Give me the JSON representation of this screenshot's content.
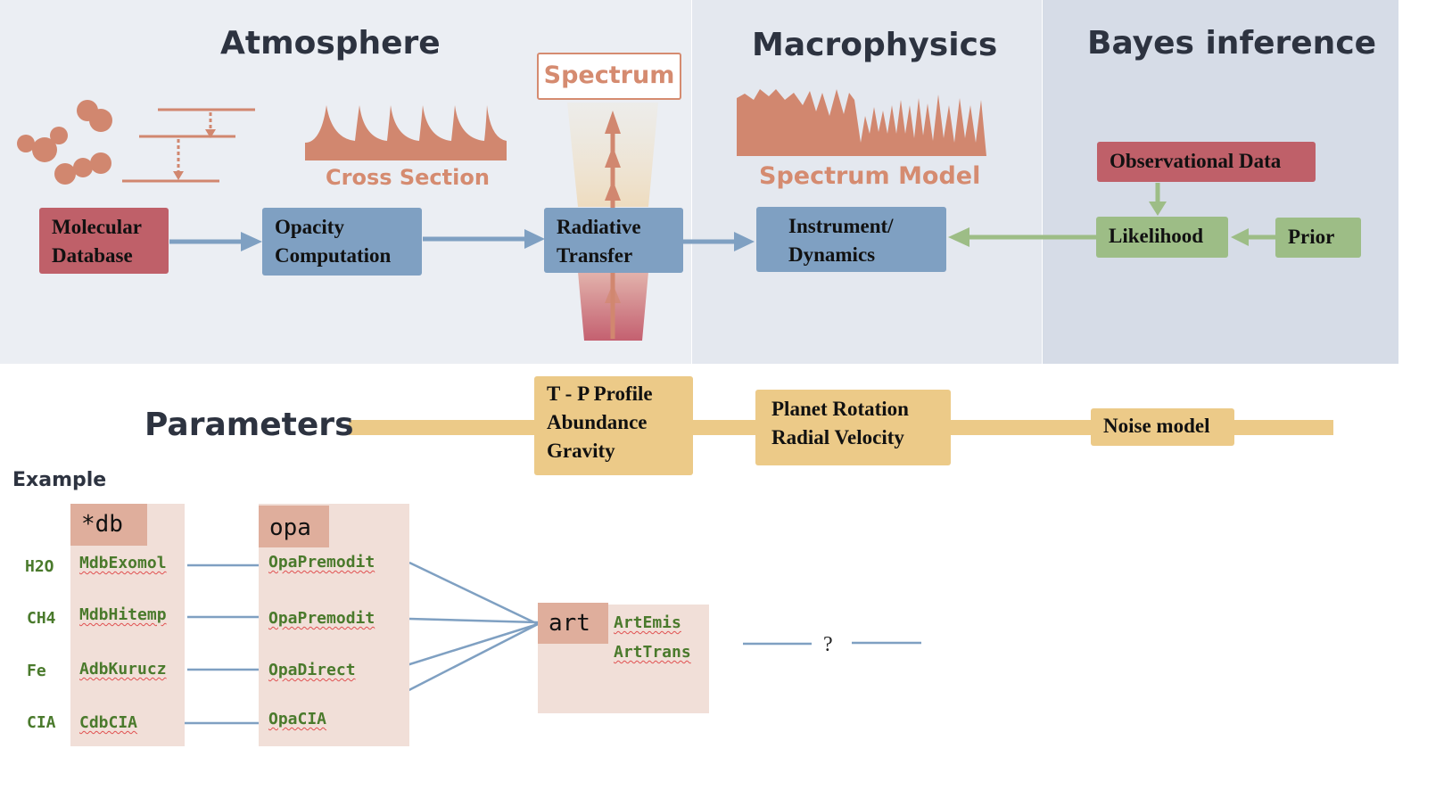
{
  "sections": {
    "atmosphere": "Atmosphere",
    "macrophysics": "Macrophysics",
    "bayes": "Bayes inference"
  },
  "labels": {
    "spectrum": "Spectrum",
    "cross_section": "Cross Section",
    "spectrum_model": "Spectrum Model"
  },
  "boxes": {
    "molecular_database": [
      "Molecular",
      "Database"
    ],
    "opacity": [
      "Opacity",
      "Computation"
    ],
    "radiative": [
      "Radiative",
      "Transfer"
    ],
    "instrument": [
      "Instrument/",
      "Dynamics"
    ],
    "observational": "Observational Data",
    "likelihood": "Likelihood",
    "prior": "Prior"
  },
  "parameters": {
    "title": "Parameters",
    "groups": [
      [
        "T - P Profile",
        "Abundance",
        "Gravity"
      ],
      [
        "Planet Rotation",
        "Radial Velocity"
      ],
      [
        "Noise model"
      ]
    ]
  },
  "example": {
    "title": "Example",
    "species": [
      "H2O",
      "CH4",
      "Fe",
      "CIA"
    ],
    "db_header": "*db",
    "db": [
      "MdbExomol",
      "MdbHitemp",
      "AdbKurucz",
      "CdbCIA"
    ],
    "opa_header": "opa",
    "opa": [
      "OpaPremodit",
      "OpaPremodit",
      "OpaDirect",
      "OpaCIA"
    ],
    "art_header": "art",
    "art": [
      "ArtEmis",
      "ArtTrans"
    ],
    "unknown": "?"
  },
  "colors": {
    "database": "#bf6069",
    "process": "#7fa0c2",
    "bayes": "#9dbd86",
    "parameter": "#ecca88",
    "accent": "#d58b70"
  }
}
